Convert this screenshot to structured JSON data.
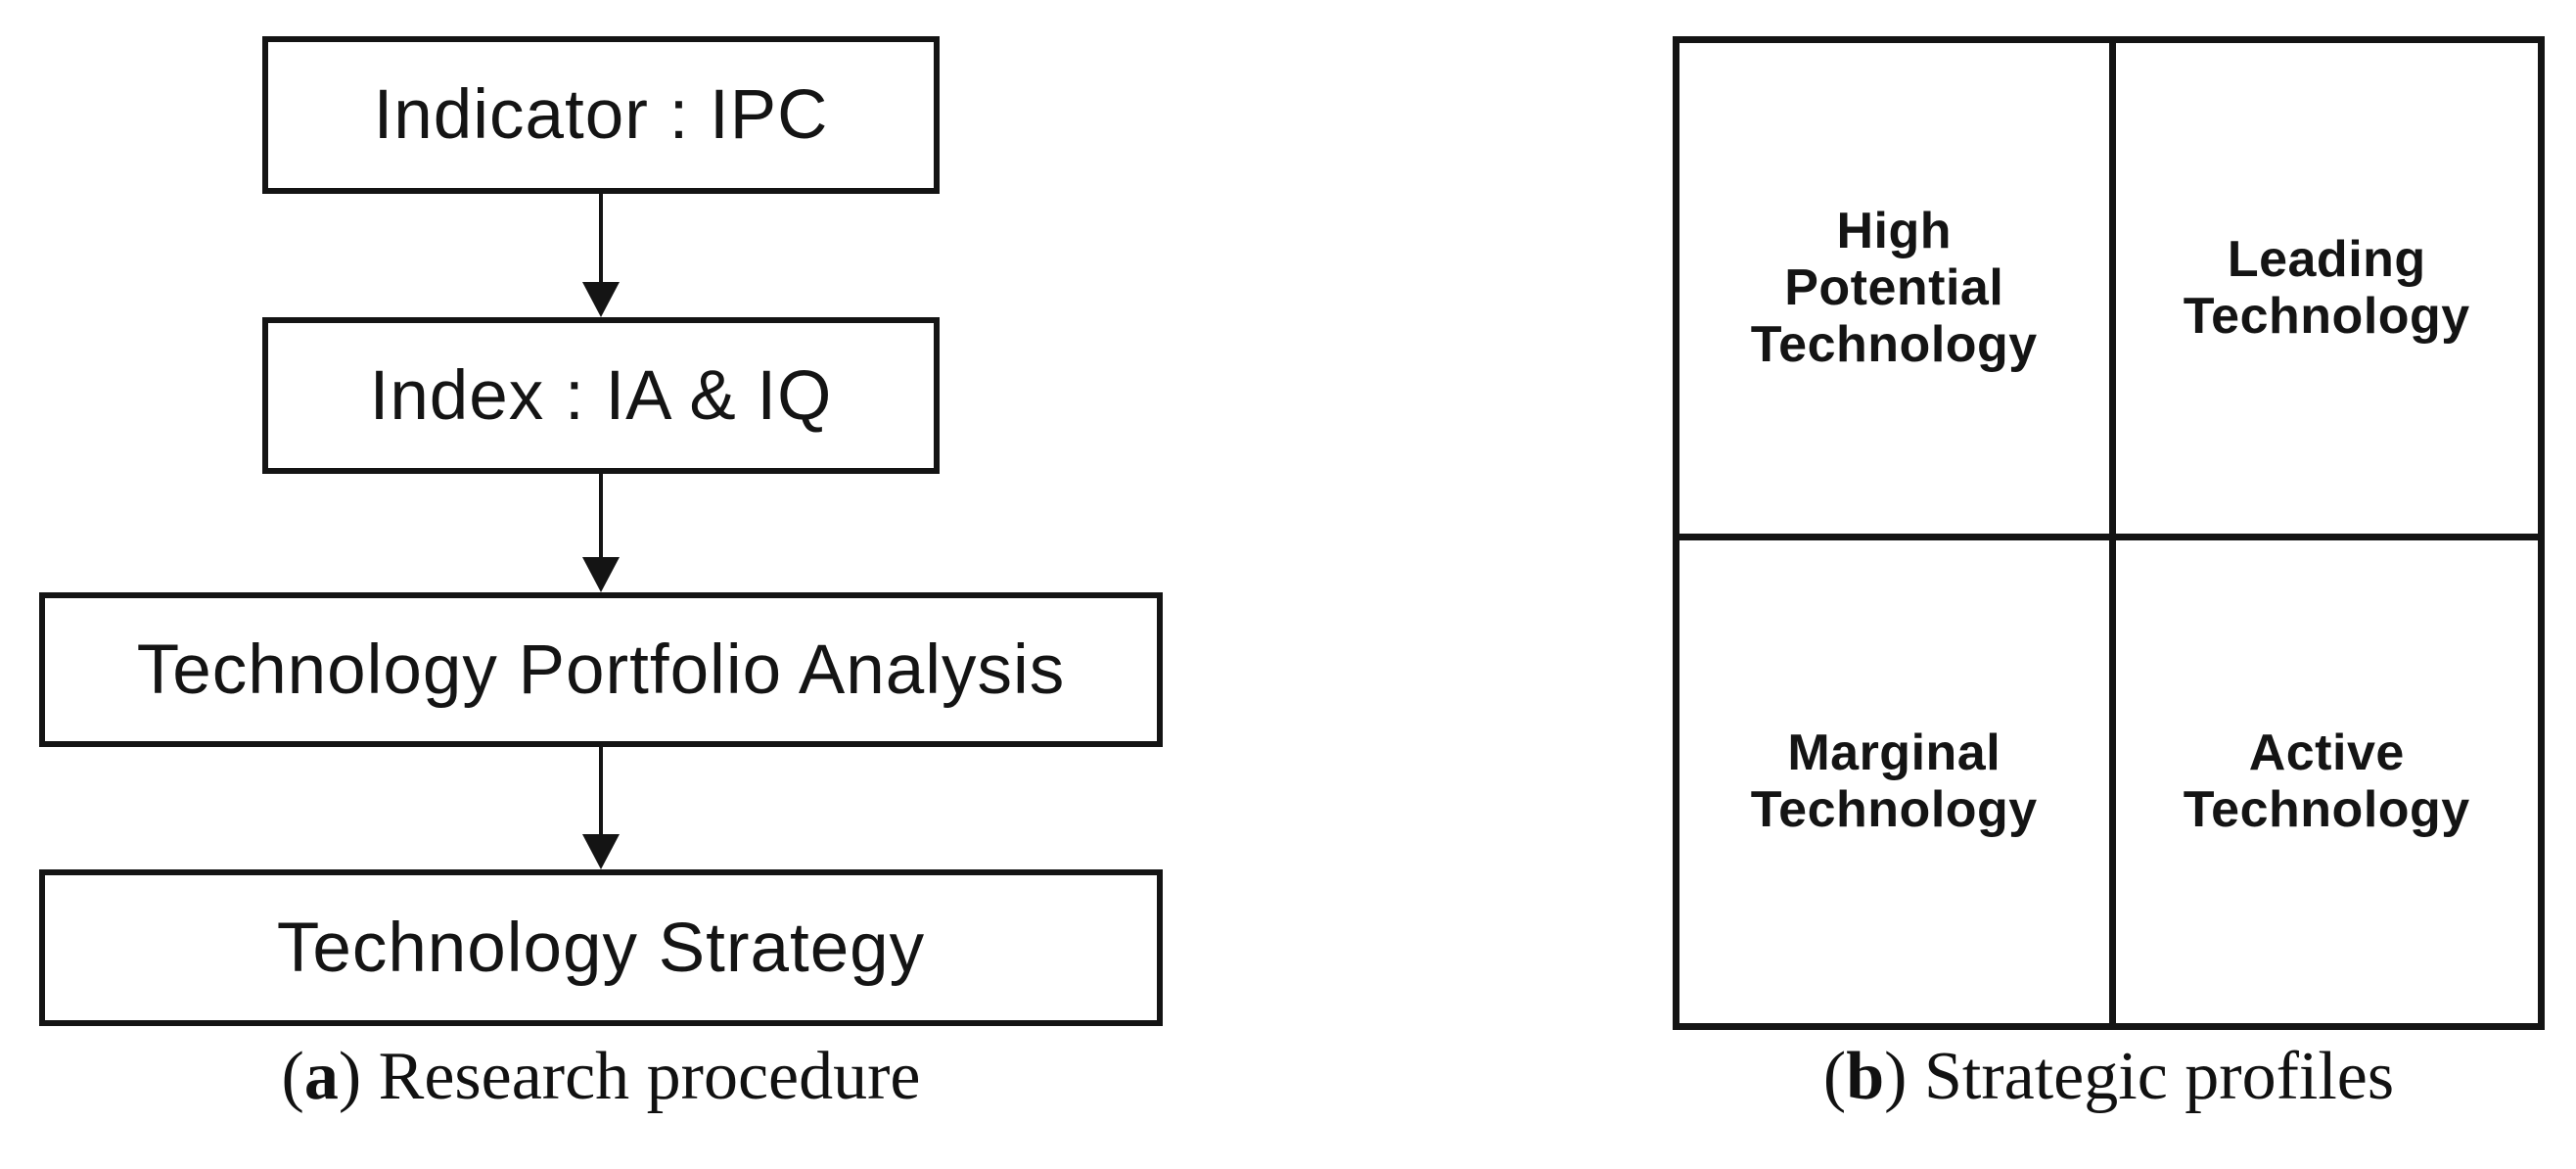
{
  "figure": {
    "colors": {
      "ink": "#141414",
      "background": "#ffffff"
    },
    "panel_a": {
      "steps": [
        "Indicator : IPC",
        "Index : IA & IQ",
        "Technology Portfolio Analysis",
        "Technology Strategy"
      ],
      "caption": {
        "prefix": "(",
        "letter": "a",
        "suffix": ") Research procedure"
      }
    },
    "panel_b": {
      "quadrants": {
        "top_left": "High\nPotential\nTechnology",
        "top_right": "Leading\nTechnology",
        "bottom_left": "Marginal\nTechnology",
        "bottom_right": "Active\nTechnology"
      },
      "caption": {
        "prefix": "(",
        "letter": "b",
        "suffix": ") Strategic profiles"
      }
    }
  }
}
